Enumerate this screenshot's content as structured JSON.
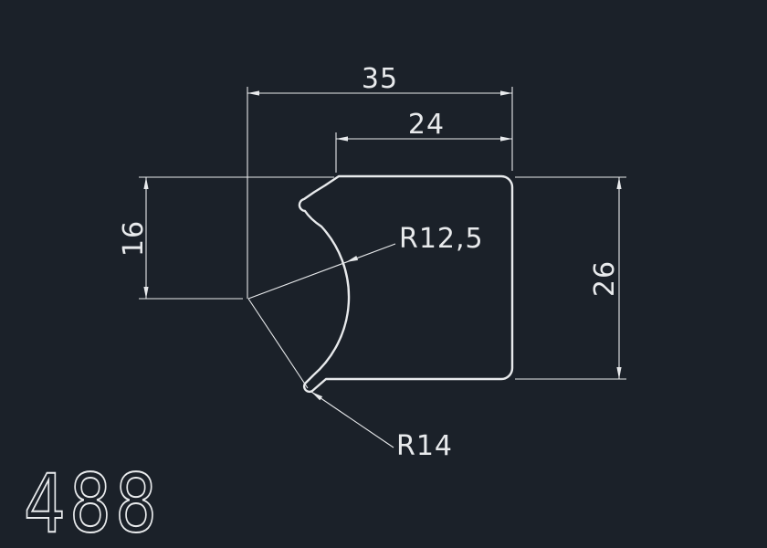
{
  "canvas": {
    "background": "#1b2129",
    "line_color": "#e8eaec"
  },
  "drawing": {
    "part_number": "488",
    "dimensions": {
      "total_width": "35",
      "inner_width": "24",
      "left_height": "16",
      "right_height": "26",
      "radius_large": "R12,5",
      "radius_small": "R14"
    }
  }
}
